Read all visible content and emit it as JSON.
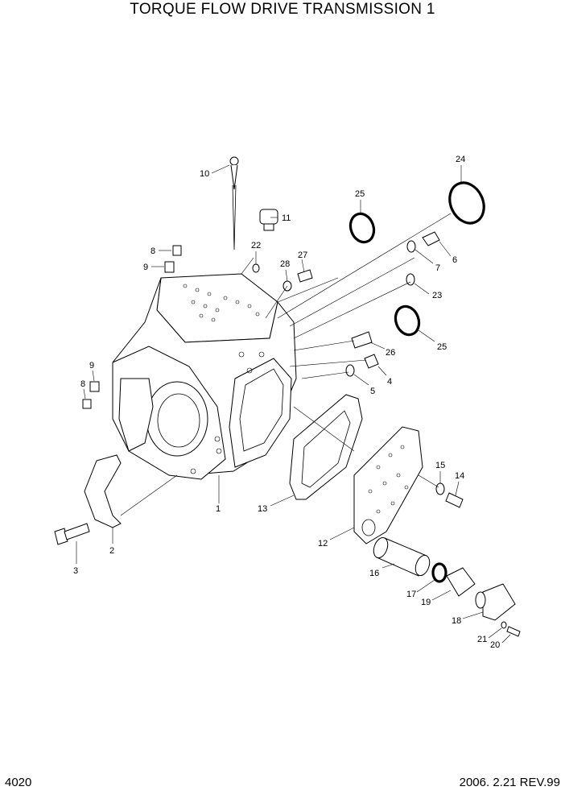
{
  "title": "TORQUE FLOW DRIVE TRANSMISSION 1",
  "page_number": "4020",
  "revision": "2006. 2.21 REV.99",
  "callouts": [
    "1",
    "2",
    "3",
    "4",
    "5",
    "6",
    "7",
    "8",
    "8",
    "9",
    "9",
    "10",
    "11",
    "12",
    "13",
    "14",
    "15",
    "16",
    "17",
    "18",
    "19",
    "20",
    "21",
    "22",
    "23",
    "24",
    "25",
    "25",
    "26",
    "27",
    "28"
  ]
}
